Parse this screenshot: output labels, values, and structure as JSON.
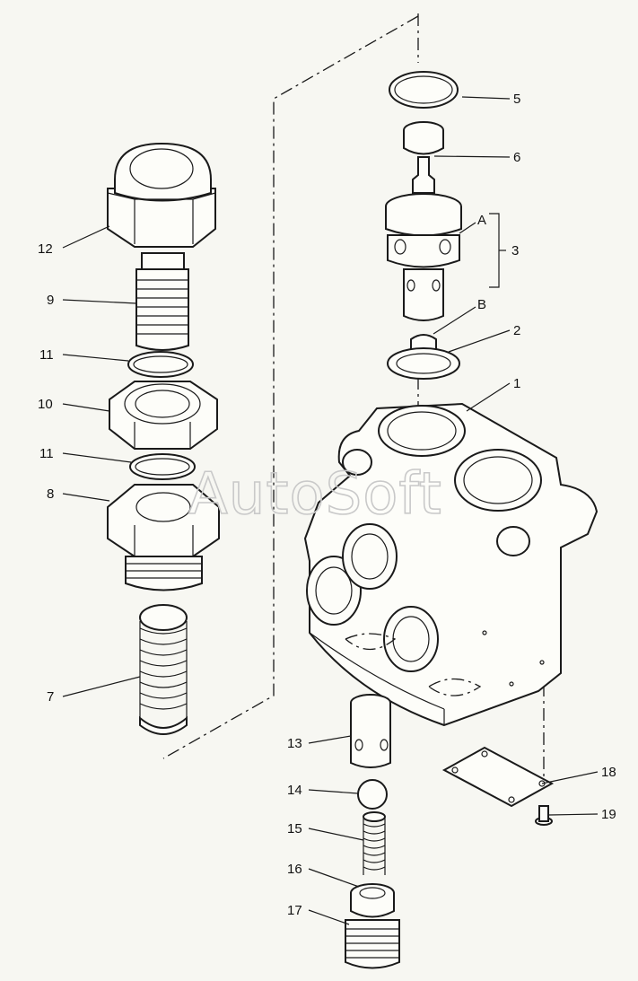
{
  "watermark": "AutoSoft",
  "callouts": {
    "c1": "1",
    "c2": "2",
    "c3": "3",
    "c5": "5",
    "c6": "6",
    "c7": "7",
    "c8": "8",
    "c9": "9",
    "c10": "10",
    "c11a": "11",
    "c11b": "11",
    "c12": "12",
    "c13": "13",
    "c14": "14",
    "c15": "15",
    "c16": "16",
    "c17": "17",
    "c18": "18",
    "c19": "19",
    "cA": "A",
    "cB": "B"
  }
}
